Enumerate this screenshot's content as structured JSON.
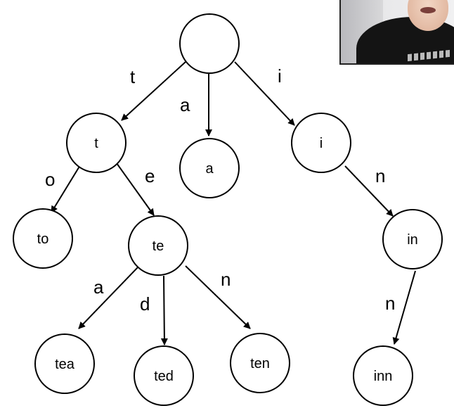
{
  "trie": {
    "nodes": {
      "root": "",
      "t": "t",
      "a": "a",
      "i": "i",
      "to": "to",
      "te": "te",
      "in": "in",
      "tea": "tea",
      "ted": "ted",
      "ten": "ten",
      "inn": "inn"
    },
    "edges": {
      "root_t": "t",
      "root_a": "a",
      "root_i": "i",
      "t_to": "o",
      "t_te": "e",
      "te_tea": "a",
      "te_ted": "d",
      "te_ten": "n",
      "i_in": "n",
      "in_inn": "n"
    }
  }
}
